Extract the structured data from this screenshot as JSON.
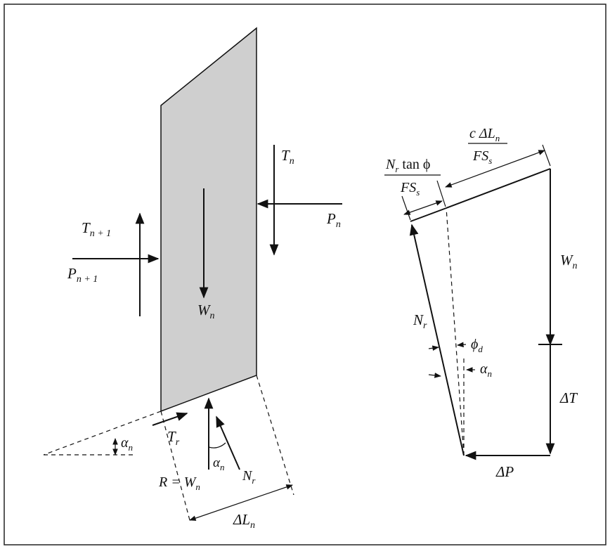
{
  "labels": {
    "T_n": "T",
    "T_n_sub": "n",
    "P_n": "P",
    "P_n_sub": "n",
    "T_n1": "T",
    "T_n1_sub": "n + 1",
    "P_n1": "P",
    "P_n1_sub": "n + 1",
    "W_n": "W",
    "W_n_sub": "n",
    "T_r": "T",
    "T_r_sub": "r",
    "alpha_n": "α",
    "alpha_n_sub": "n",
    "alpha_n2": "α",
    "alpha_n2_sub": "n",
    "R_eq": "R = W",
    "R_eq_sub": "n",
    "N_r": "N",
    "N_r_sub": "r",
    "delta_L": "ΔL",
    "delta_L_sub": "n",
    "poly_top_num": "c ΔL",
    "poly_top_num_sub": "n",
    "poly_top_den": "FS",
    "poly_top_den_sub": "s",
    "poly_left_num": "N",
    "poly_left_num_sub": "r",
    "poly_left_num_rest": " tan ϕ",
    "poly_left_den": "FS",
    "poly_left_den_sub": "s",
    "poly_W_n": "W",
    "poly_W_n_sub": "n",
    "poly_N_r": "N",
    "poly_N_r_sub": "r",
    "phi_d": "ϕ",
    "phi_d_sub": "d",
    "poly_alpha": "α",
    "poly_alpha_sub": "n",
    "delta_T": "ΔT",
    "delta_P": "ΔP"
  }
}
